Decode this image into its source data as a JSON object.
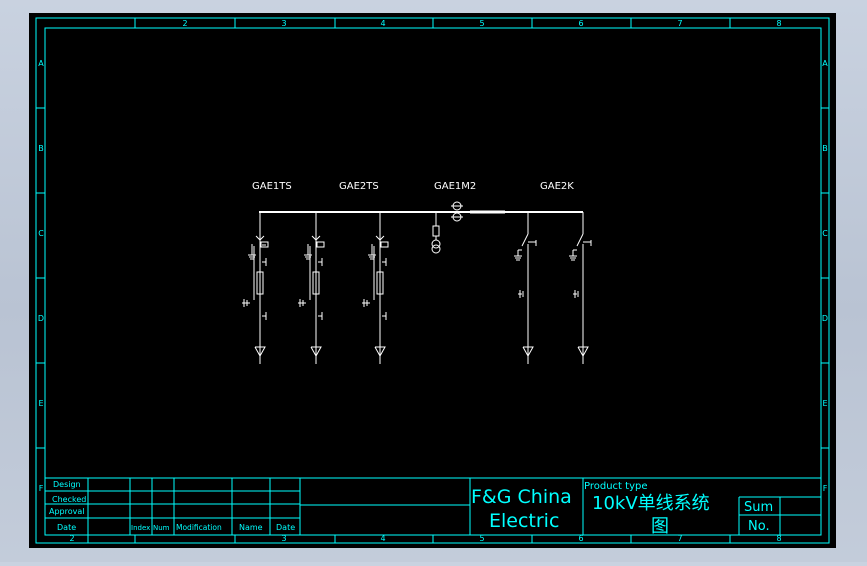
{
  "frame": {
    "top_numbers": [
      "2",
      "3",
      "4",
      "5",
      "6",
      "7",
      "8"
    ],
    "bottom_numbers": [
      "2",
      "3",
      "4",
      "5",
      "6",
      "7",
      "8"
    ],
    "left_letters": [
      "A",
      "B",
      "C",
      "D",
      "E",
      "F"
    ],
    "right_letters": [
      "A",
      "B",
      "C",
      "D",
      "E",
      "F"
    ]
  },
  "diagram": {
    "feeder_labels": [
      "GAE1TS",
      "GAE2TS",
      "GAE1M2",
      "GAE2K"
    ]
  },
  "title_block": {
    "row_labels": [
      "Design",
      "Checked",
      "Approval"
    ],
    "footer_labels": [
      "Date",
      "Index",
      "Num",
      "Modification",
      "Name",
      "Date"
    ],
    "company_line1": "F&G China",
    "company_line2": "Electric",
    "product_type_label": "Product type",
    "product_title_line1": "10kV单线系统",
    "product_title_line2": "图",
    "sum_label": "Sum",
    "no_label": "No."
  },
  "colors": {
    "background": "#000000",
    "frame_line": "#00ffff",
    "drawing_line": "#ffffff",
    "title_text": "#00ffff"
  }
}
